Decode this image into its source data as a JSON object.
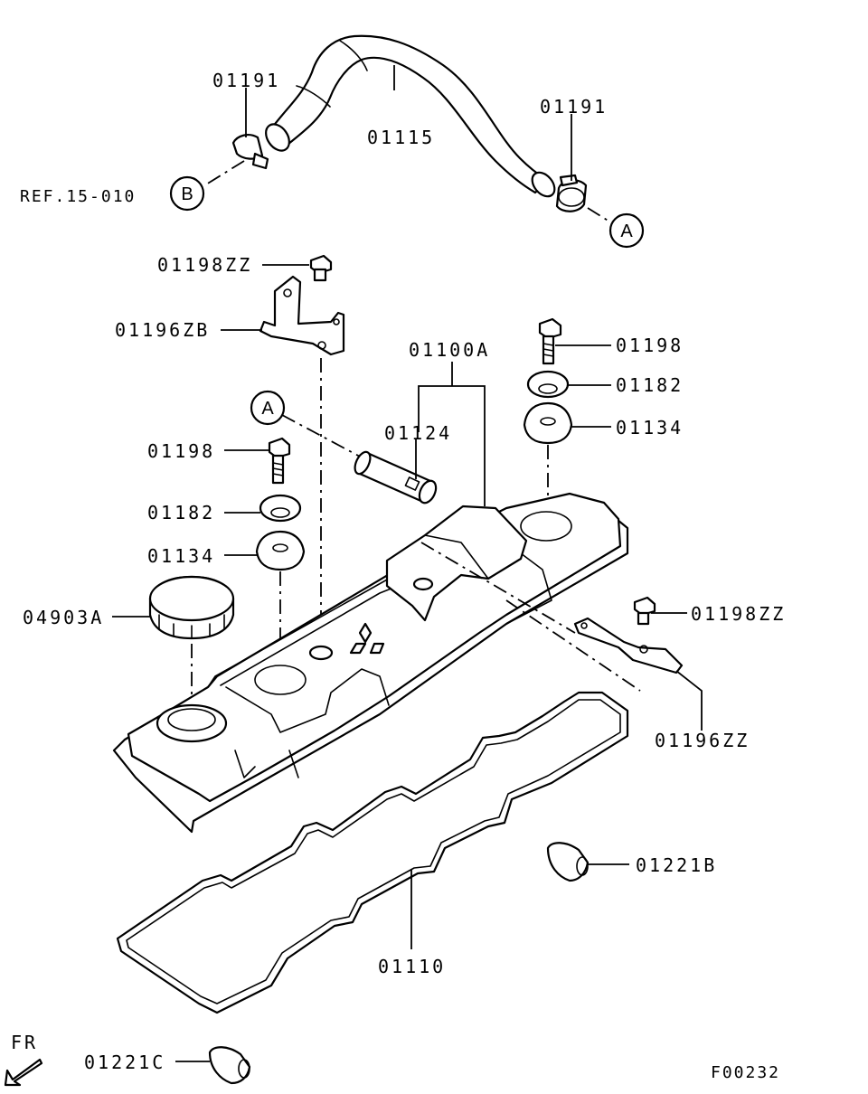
{
  "callouts": {
    "hose": "01115",
    "clamp_left": "01191",
    "clamp_right": "01191",
    "ref": "REF.15-010",
    "ref_circle": "B",
    "circle_a_top": "A",
    "circle_a_mid": "A",
    "bolt_bracket_top": "01198ZZ",
    "bracket_top": "01196ZB",
    "cover_assy": "01100A",
    "bolt_right": "01198",
    "washer_right": "01182",
    "grommet_right": "01134",
    "pcv_valve": "01124",
    "bolt_left": "01198",
    "washer_left": "01182",
    "grommet_left": "01134",
    "oil_cap": "04903A",
    "bolt_bracket_right": "01198ZZ",
    "bracket_right": "01196ZZ",
    "plug_b": "01221B",
    "gasket": "01110",
    "plug_c": "01221C",
    "front": "FR",
    "figure_code": "F00232"
  }
}
